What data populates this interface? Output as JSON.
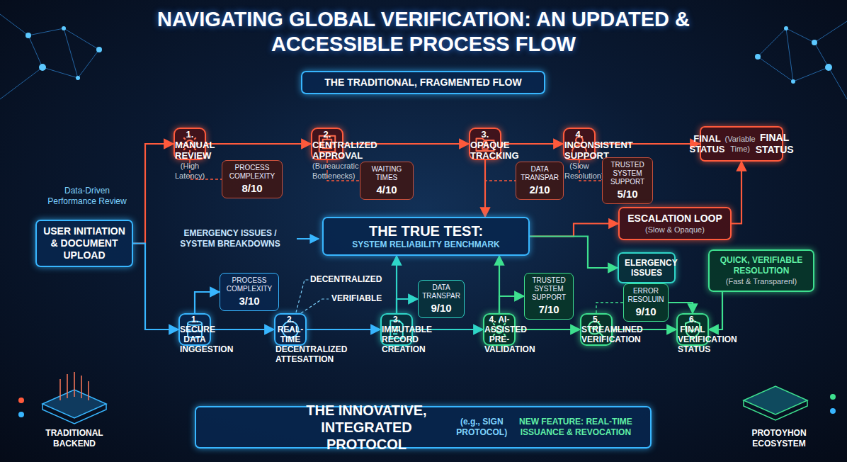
{
  "diagram": {
    "title": "NAVIGATING GLOBAL VERIFICATION: AN UPDATED & ACCESSIBLE PROCESS FLOW",
    "nodes": [
      {
        "text": [
          "THE TRADITIONAL, FRAGMENTED FLOW"
        ]
      },
      {
        "text": [
          "1. MANUAL REVIEW",
          "(High Latency)"
        ]
      },
      {
        "text": [
          "PROCESS COMPLEXITY",
          "8/10"
        ]
      },
      {
        "text": [
          "2. CENTRALIZED APPROVAL",
          "(Bureaucratic Bottlenecks)"
        ]
      },
      {
        "text": [
          "WAITING TIMES",
          "4/10"
        ]
      },
      {
        "text": [
          "3. OPAQUE TRACKING"
        ]
      },
      {
        "text": [
          "DATA TRANSPAR",
          "2/10"
        ]
      },
      {
        "text": [
          "4. INCONSISTENT SUPPORT",
          "(Slow Resolution)"
        ]
      },
      {
        "text": [
          "TRUSTED SYSTEM SUPPORT",
          "5/10"
        ]
      },
      {
        "text": [
          "FINAL STATUS",
          "(Variable Time)",
          "FINAL STATUS"
        ]
      },
      {
        "text": [
          "USER INITIATION & DOCUMENT UPLOAD"
        ]
      },
      {
        "text": [
          "THE TRUE TEST:",
          "SYSTEM RELIABILITY BENCHMARK"
        ]
      },
      {
        "text": [
          "ESCALATION LOOP",
          "(Slow & Opaque)"
        ]
      },
      {
        "text": [
          "ELERGENCY ISSUES"
        ]
      },
      {
        "text": [
          "ERROR RESOLUIN",
          "9/10"
        ]
      },
      {
        "text": [
          "QUICK, VERIFIABLE RESOLUTION",
          "(Fast & Transparenl)"
        ]
      },
      {
        "text": [
          "1. SECURE DATA INGGESTION"
        ]
      },
      {
        "text": [
          "PROCESS COMPLEXITY",
          "3/10"
        ]
      },
      {
        "text": [
          "2. REAL-TIME DECENTRALIZED ATTESATTION"
        ]
      },
      {
        "text": [
          "3. IMMUTABLE RECORD CREATION"
        ]
      },
      {
        "text": [
          "DATA TRANSPAR",
          "9/10"
        ]
      },
      {
        "text": [
          "4. AI-ASSISTED PRE-VALIDATION"
        ]
      },
      {
        "text": [
          "TRUSTED SYSTEM SUPPORT",
          "7/10"
        ]
      },
      {
        "text": [
          "5. STREAMLINED VERIFICATION"
        ]
      },
      {
        "text": [
          "6. FINAL VERIFICATION STATUS"
        ]
      },
      {
        "text": [
          "THE INNOVATIVE, INTEGRATED PROTOCOL",
          "(e.g., SIGN PROTOCOL)",
          "NEW FEATURE: REAL-TIME ISSUANCE & REVOCATION"
        ]
      }
    ],
    "edges": [
      {
        "from": 10,
        "to": 1,
        "arrow": "to"
      },
      {
        "from": 1,
        "to": 3,
        "arrow": "to"
      },
      {
        "from": 3,
        "to": 5,
        "arrow": "to"
      },
      {
        "from": 5,
        "to": 7,
        "arrow": "to"
      },
      {
        "from": 7,
        "to": 9,
        "arrow": "to"
      },
      {
        "from": 1,
        "to": 2,
        "arrow": "none"
      },
      {
        "from": 3,
        "to": 4,
        "arrow": "none"
      },
      {
        "from": 5,
        "to": 6,
        "arrow": "none"
      },
      {
        "from": 7,
        "to": 8,
        "arrow": "none"
      },
      {
        "from": 5,
        "to": 11,
        "arrow": "to"
      },
      {
        "from": 11,
        "to": 12,
        "arrow": "to"
      },
      {
        "from": 12,
        "to": 9,
        "arrow": "to"
      },
      {
        "from": 11,
        "to": 13,
        "arrow": "to"
      },
      {
        "from": 10,
        "to": 16,
        "arrow": "to"
      },
      {
        "from": 16,
        "to": 18,
        "arrow": "to"
      },
      {
        "from": 18,
        "to": 19,
        "arrow": "to"
      },
      {
        "from": 19,
        "to": 21,
        "arrow": "to"
      },
      {
        "from": 21,
        "to": 23,
        "arrow": "to"
      },
      {
        "from": 23,
        "to": 24,
        "arrow": "to"
      },
      {
        "from": 16,
        "to": 17,
        "arrow": "to"
      },
      {
        "from": 19,
        "to": 11,
        "arrow": "to"
      },
      {
        "from": 19,
        "to": 20,
        "arrow": "to"
      },
      {
        "from": 21,
        "to": 11,
        "arrow": "to"
      },
      {
        "from": 21,
        "to": 22,
        "arrow": "to"
      },
      {
        "from": 23,
        "to": 14,
        "arrow": "none"
      },
      {
        "from": 14,
        "to": 24,
        "arrow": "to"
      },
      {
        "from": 15,
        "to": 24,
        "arrow": "to"
      }
    ],
    "labels": [
      "Data-Driven Performance Review",
      "EMERGENCY ISSUES / SYSTEM BREAKDOWNS",
      "DECENTRALIZED",
      "VERIFIABLE",
      "TRADITIONAL BACKEND",
      "PROTOYHON ECOSYSTEM"
    ]
  }
}
